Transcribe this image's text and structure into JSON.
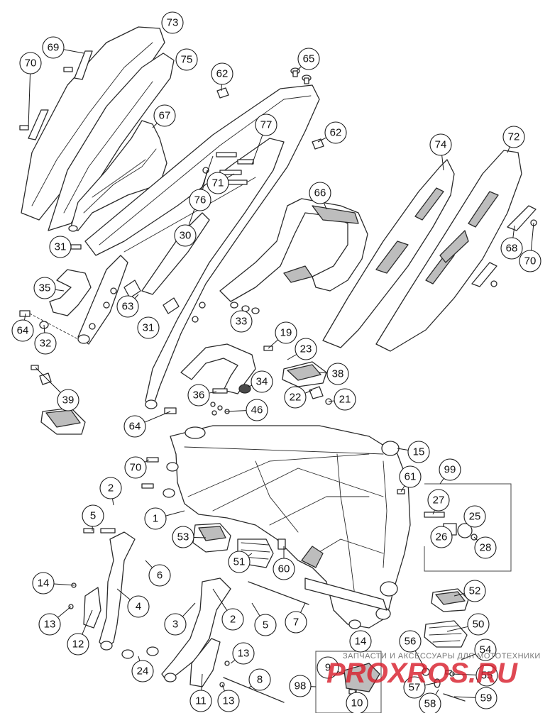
{
  "callouts": [
    {
      "label": "73"
    },
    {
      "label": "75"
    },
    {
      "label": "69"
    },
    {
      "label": "70"
    },
    {
      "label": "67"
    },
    {
      "label": "62"
    },
    {
      "label": "65"
    },
    {
      "label": "77"
    },
    {
      "label": "62"
    },
    {
      "label": "71"
    },
    {
      "label": "76"
    },
    {
      "label": "74"
    },
    {
      "label": "72"
    },
    {
      "label": "66"
    },
    {
      "label": "30"
    },
    {
      "label": "31"
    },
    {
      "label": "35"
    },
    {
      "label": "68"
    },
    {
      "label": "70"
    },
    {
      "label": "63"
    },
    {
      "label": "33"
    },
    {
      "label": "64"
    },
    {
      "label": "32"
    },
    {
      "label": "31"
    },
    {
      "label": "19"
    },
    {
      "label": "23"
    },
    {
      "label": "38"
    },
    {
      "label": "34"
    },
    {
      "label": "22"
    },
    {
      "label": "21"
    },
    {
      "label": "39"
    },
    {
      "label": "36"
    },
    {
      "label": "46"
    },
    {
      "label": "64"
    },
    {
      "label": "15"
    },
    {
      "label": "99"
    },
    {
      "label": "70"
    },
    {
      "label": "61"
    },
    {
      "label": "2"
    },
    {
      "label": "27"
    },
    {
      "label": "25"
    },
    {
      "label": "1"
    },
    {
      "label": "5"
    },
    {
      "label": "26"
    },
    {
      "label": "28"
    },
    {
      "label": "53"
    },
    {
      "label": "6"
    },
    {
      "label": "51"
    },
    {
      "label": "60"
    },
    {
      "label": "14"
    },
    {
      "label": "52"
    },
    {
      "label": "4"
    },
    {
      "label": "3"
    },
    {
      "label": "2"
    },
    {
      "label": "7"
    },
    {
      "label": "13"
    },
    {
      "label": "5"
    },
    {
      "label": "50"
    },
    {
      "label": "12"
    },
    {
      "label": "14"
    },
    {
      "label": "56"
    },
    {
      "label": "13"
    },
    {
      "label": "54"
    },
    {
      "label": "9"
    },
    {
      "label": "24"
    },
    {
      "label": "55"
    },
    {
      "label": "8"
    },
    {
      "label": "98"
    },
    {
      "label": "57"
    },
    {
      "label": "58"
    },
    {
      "label": "11"
    },
    {
      "label": "13"
    },
    {
      "label": "10"
    },
    {
      "label": "59"
    }
  ],
  "watermark": {
    "tagline": "ЗАПЧАСТИ И АКСЕССУАРЫ ДЛЯ МОТОТЕХНИКИ",
    "logo": "PROXROS.RU"
  }
}
